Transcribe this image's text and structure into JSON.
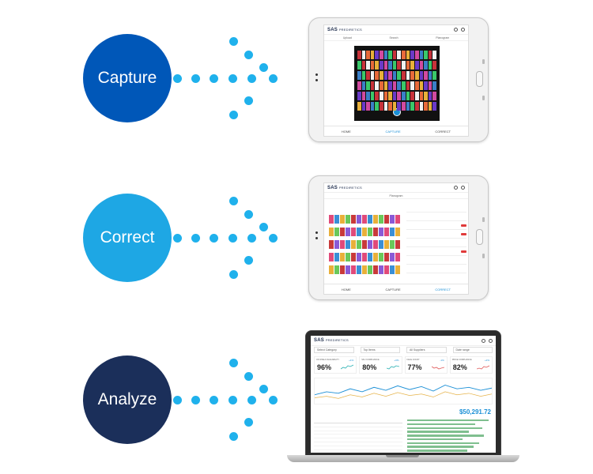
{
  "steps": [
    {
      "label": "Capture",
      "color": "#0057b8"
    },
    {
      "label": "Correct",
      "color": "#1ea7e4"
    },
    {
      "label": "Analyze",
      "color": "#1b2f5a"
    }
  ],
  "dot_color": "#1fb1ec",
  "app": {
    "logo_main": "SAS",
    "logo_sub": "PREDIRETICS",
    "nav": {
      "home": "HOME",
      "capture": "CAPTURE",
      "correct": "CORRECT"
    },
    "capture_tabs": [
      "Upload",
      "Search",
      "Planogram"
    ]
  },
  "dashboard": {
    "filters": [
      "Select Category",
      "Top Items",
      "All Suppliers",
      "Date range"
    ],
    "kpis": [
      {
        "label": "ON SHELF AVAILABILITY",
        "value": "96%",
        "trend": "+1%"
      },
      {
        "label": "SKU COMPLIANCE",
        "value": "80%",
        "trend": "+3%"
      },
      {
        "label": "FACE COUNT",
        "value": "77%",
        "trend": "-1%"
      },
      {
        "label": "PRICE COMPLIANCE",
        "value": "82%",
        "trend": "+2%"
      }
    ],
    "revenue_value": "$50,291.72"
  }
}
